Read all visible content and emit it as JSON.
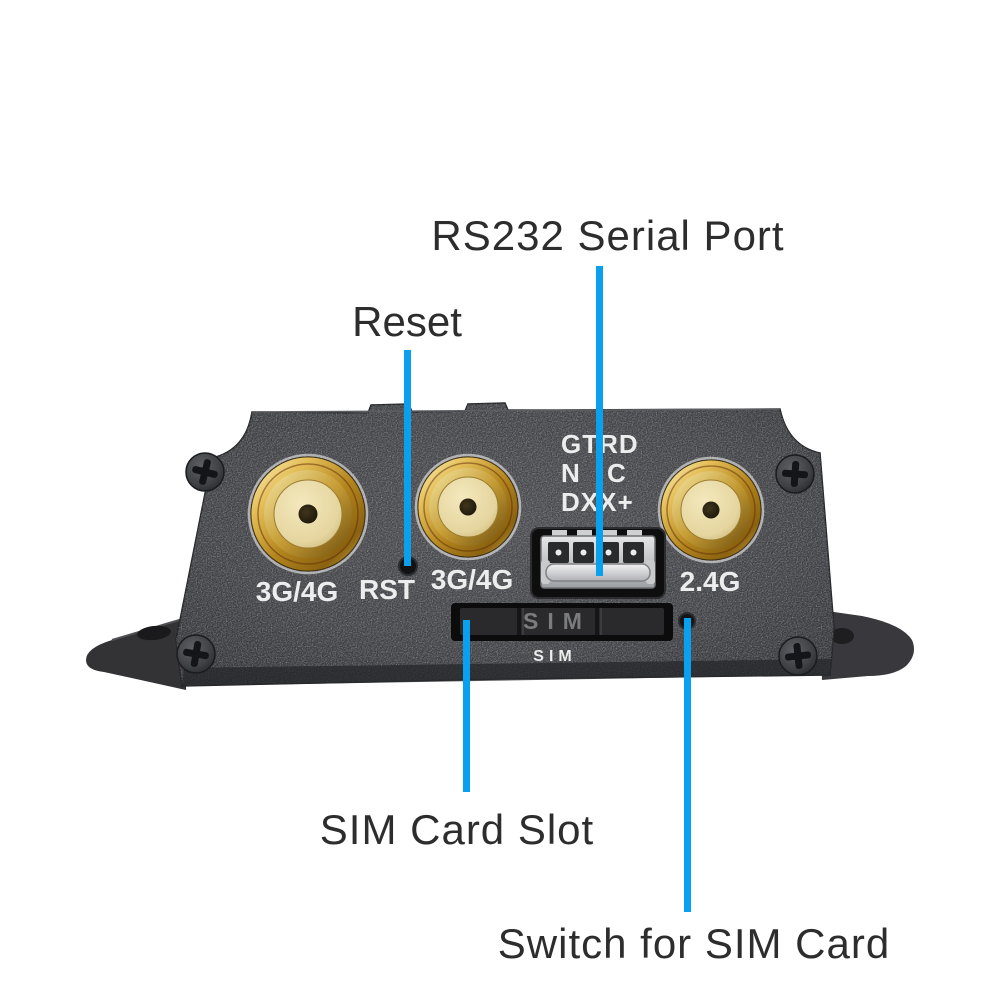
{
  "callouts": {
    "rs232": {
      "label": "RS232 Serial Port"
    },
    "reset": {
      "label": "Reset"
    },
    "sim_slot": {
      "label": "SIM Card Slot"
    },
    "sim_switch": {
      "label": "Switch for SIM Card"
    }
  },
  "panel": {
    "antenna_left_label": "3G/4G",
    "rst_label": "RST",
    "antenna_mid_label": "3G/4G",
    "antenna_right_label": "2.4G",
    "serial_rows": {
      "r1": "GTRD",
      "r2": "N C",
      "r3": "DXX+"
    },
    "sim_tray_text": "SIM",
    "sim_caption": "SIM"
  },
  "colors": {
    "callout_line": "#0AA0F0",
    "label_text": "#2D2D2D",
    "panel_text": "#EDEDED",
    "body": "#3E3F43",
    "gold": "#D8B04A"
  }
}
